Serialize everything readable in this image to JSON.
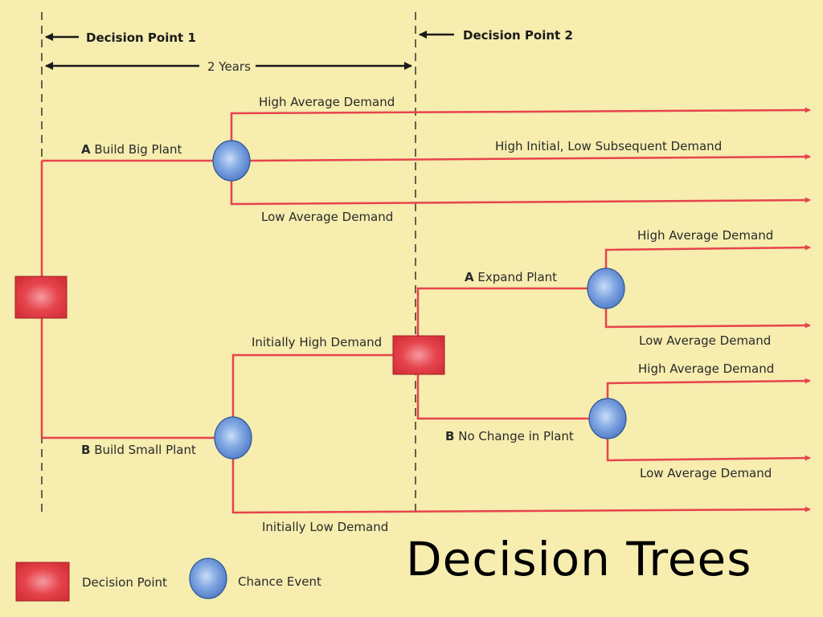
{
  "title": "Decision Trees",
  "header": {
    "decision_point_1": "Decision Point 1",
    "decision_point_2": "Decision Point 2",
    "interval": "2 Years"
  },
  "branches": {
    "big_plant": {
      "letter": "A",
      "text": "Build Big Plant"
    },
    "small_plant": {
      "letter": "B",
      "text": "Build Small Plant"
    },
    "expand_plant": {
      "letter": "A",
      "text": "Expand Plant"
    },
    "no_change": {
      "letter": "B",
      "text": "No Change in Plant"
    }
  },
  "outcomes": {
    "big_high_avg": "High Average Demand",
    "big_high_initial_low_subsequent": "High Initial, Low Subsequent Demand",
    "big_low_avg": "Low Average Demand",
    "small_initially_high": "Initially High Demand",
    "small_initially_low": "Initially Low Demand",
    "expand_high_avg": "High Average Demand",
    "expand_low_avg": "Low Average Demand",
    "nochange_high_avg": "High Average Demand",
    "nochange_low_avg": "Low Average Demand"
  },
  "legend": {
    "decision_point": "Decision Point",
    "chance_event": "Chance Event"
  },
  "colors": {
    "line": "#e8434c",
    "decision_box": "#e8434c",
    "chance_node": "#7aa0e0",
    "background": "#f6edaf"
  }
}
